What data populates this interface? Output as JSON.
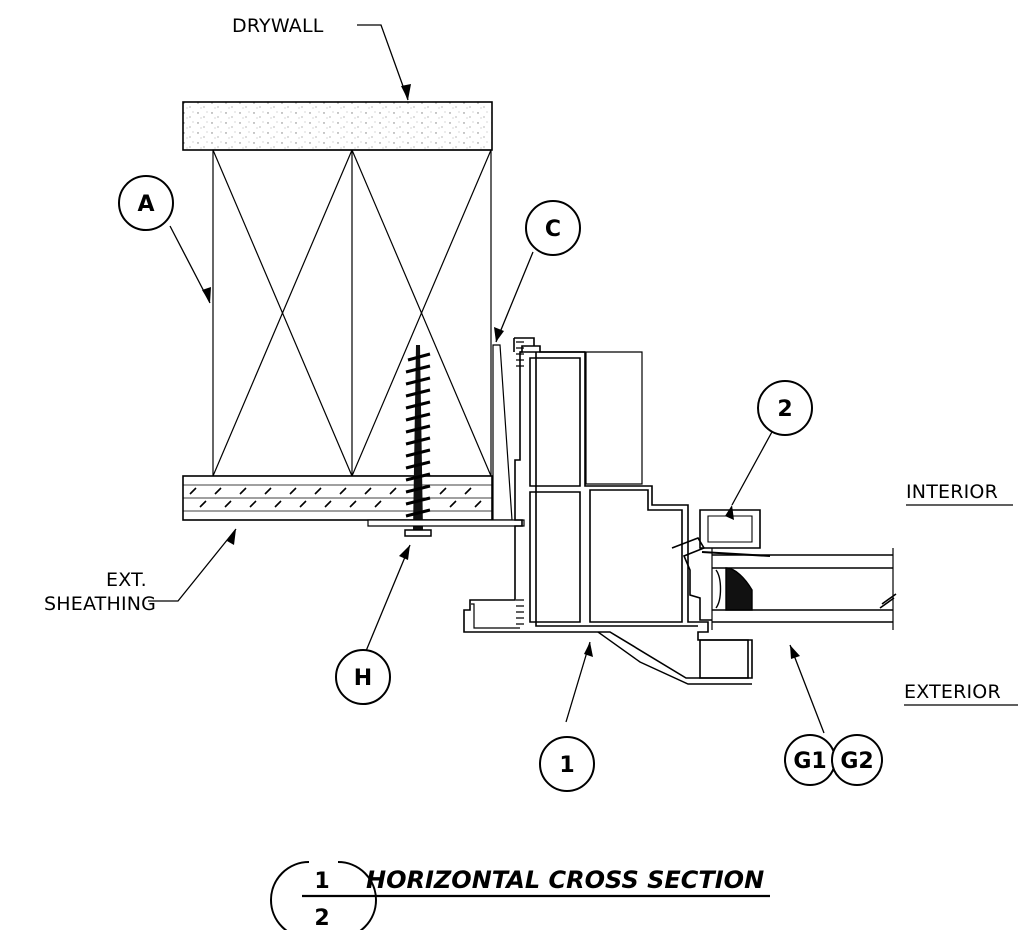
{
  "labels": {
    "drywall": "DRYWALL",
    "ext_sheathing_line1": "EXT.",
    "ext_sheathing_line2": "SHEATHING",
    "interior": "INTERIOR",
    "exterior": "EXTERIOR"
  },
  "callouts": {
    "a": "A",
    "c": "C",
    "h": "H",
    "one": "1",
    "two": "2",
    "g1": "G1",
    "g2": "G2"
  },
  "title": {
    "number_top": "1",
    "number_bottom": "2",
    "text": "HORIZONTAL CROSS SECTION"
  }
}
